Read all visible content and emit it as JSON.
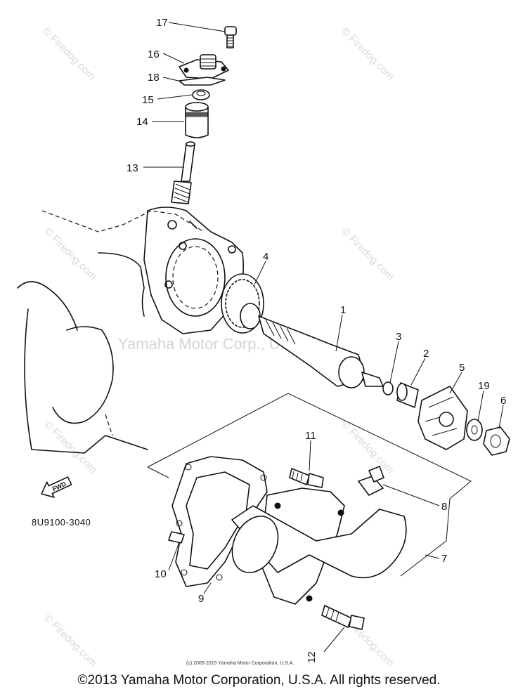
{
  "watermark": {
    "site": "© Firedog.com",
    "center": "Yamaha Motor Corp., U.S.A."
  },
  "callouts": [
    {
      "id": "17",
      "label": "17"
    },
    {
      "id": "16",
      "label": "16"
    },
    {
      "id": "18",
      "label": "18"
    },
    {
      "id": "15",
      "label": "15"
    },
    {
      "id": "14",
      "label": "14"
    },
    {
      "id": "13",
      "label": "13"
    },
    {
      "id": "4",
      "label": "4"
    },
    {
      "id": "1",
      "label": "1"
    },
    {
      "id": "3",
      "label": "3"
    },
    {
      "id": "2",
      "label": "2"
    },
    {
      "id": "5",
      "label": "5"
    },
    {
      "id": "19",
      "label": "19"
    },
    {
      "id": "6",
      "label": "6"
    },
    {
      "id": "11",
      "label": "11"
    },
    {
      "id": "8",
      "label": "8"
    },
    {
      "id": "7",
      "label": "7"
    },
    {
      "id": "10",
      "label": "10"
    },
    {
      "id": "9",
      "label": "9"
    },
    {
      "id": "12",
      "label": "12"
    }
  ],
  "fwd_label": "FWD",
  "part_number": "8U9100-3040",
  "small_copyright": "(c) 2005-2015 Yamaha Motor Corporation, U.S.A.",
  "copyright": "©2013 Yamaha Motor Corporation, U.S.A. All rights reserved."
}
